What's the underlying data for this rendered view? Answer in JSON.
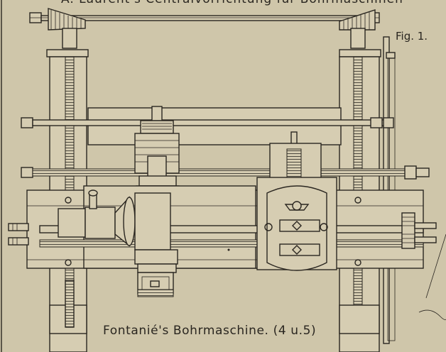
{
  "plate": {
    "title_partial": "A. Laurent's Centralvorrichtung für Bohrmaschinen",
    "figure_label": "Fig. 1.",
    "caption_main": "Fontanié's Bohrmaschine.",
    "caption_ref": "(4 u.5)"
  },
  "colors": {
    "paper": "#cfc6aa",
    "ink": "#2a2620"
  }
}
